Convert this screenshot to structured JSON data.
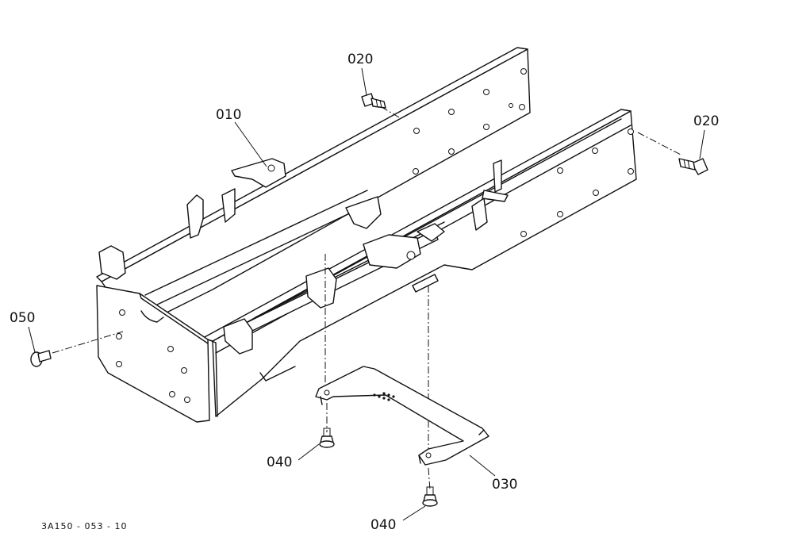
{
  "parts": {
    "p010": "010",
    "p020_top": "020",
    "p020_right": "020",
    "p030": "030",
    "p040_left": "040",
    "p040_bottom": "040",
    "p050": "050"
  },
  "drawing_code": "3A150 - 053 - 10"
}
